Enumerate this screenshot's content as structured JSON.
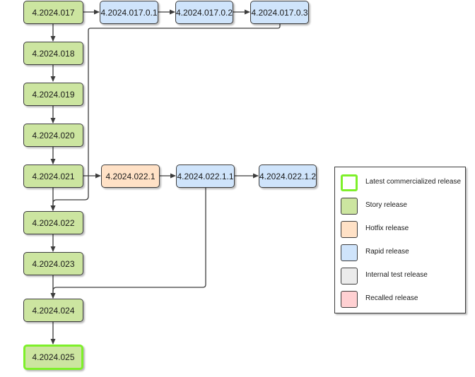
{
  "colors": {
    "story": "#cce5a0",
    "hotfix": "#ffe1c6",
    "rapid": "#cfe4fb",
    "internal": "#ebebeb",
    "recalled": "#ffd0d2",
    "latest_border": "#7ef02a",
    "edge": "#3c3c3c"
  },
  "nodes": {
    "n017": "4.2024.017",
    "n018": "4.2024.018",
    "n019": "4.2024.019",
    "n020": "4.2024.020",
    "n021": "4.2024.021",
    "n022": "4.2024.022",
    "n023": "4.2024.023",
    "n024": "4.2024.024",
    "n025": "4.2024.025",
    "r01701": "4.2024.017.0.1",
    "r01702": "4.2024.017.0.2",
    "r01703": "4.2024.017.0.3",
    "h0221": "4.2024.022.1",
    "r02211": "4.2024.022.1.1",
    "r02212": "4.2024.022.1.2"
  },
  "legend": {
    "latest": "Latest commercialized release",
    "story": "Story release",
    "hotfix": "Hotfix release",
    "rapid": "Rapid release",
    "internal": "Internal test release",
    "recalled": "Recalled release"
  }
}
